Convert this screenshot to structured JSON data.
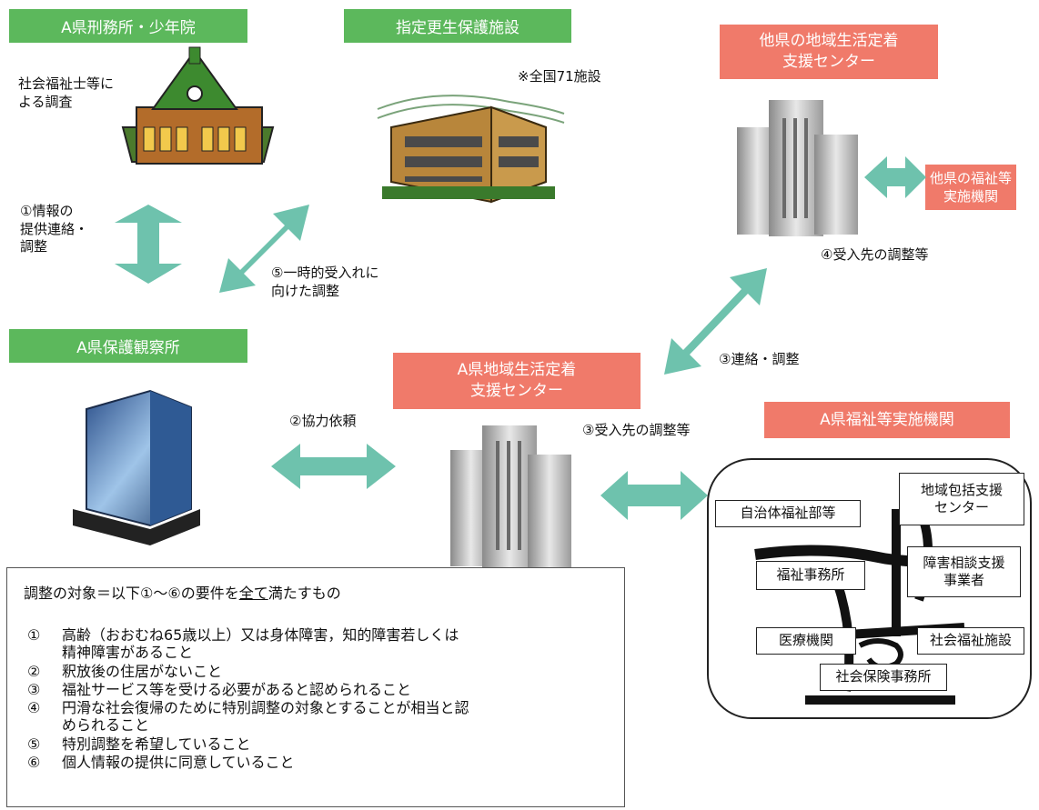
{
  "colors": {
    "green": "#5cb85c",
    "red": "#f07a6a",
    "arrow": "#6ec2ad"
  },
  "labels": {
    "prison": "A県刑務所・少年院",
    "rehab_facility": "指定更生保護施設",
    "other_center": "他県の地域生活定着\n支援センター",
    "other_welfare": "他県の福祉等\n実施機関",
    "probation": "A県保護観察所",
    "a_center": "A県地域生活定着\n支援センター",
    "a_welfare": "A県福祉等実施機関"
  },
  "texts": {
    "social_worker": "社会福祉士等に\nよる調査",
    "nationwide": "※全国71施設",
    "step1": "①情報の\n提供連絡・\n調整",
    "step5": "⑤一時的受入れに\n向けた調整",
    "step4": "④受入先の調整等",
    "step3a": "③連絡・調整",
    "step2": "②協力依頼",
    "step3b": "③受入先の調整等"
  },
  "agencies": {
    "local_gov": "自治体福祉部等",
    "comprehensive": "地域包括支援\nセンター",
    "welfare_office": "福祉事務所",
    "disability": "障害相談支援\n事業者",
    "medical": "医療機関",
    "social_facility": "社会福祉施設",
    "insurance": "社会保険事務所"
  },
  "criteria": {
    "heading_pre": "調整の対象＝以下①～⑥の要件を",
    "heading_ul": "全て",
    "heading_post": "満たすもの",
    "items": [
      {
        "num": "①",
        "text": "高齢（おおむね65歳以上）又は身体障害，知的障害若しくは\n精神障害があること"
      },
      {
        "num": "②",
        "text": "釈放後の住居がないこと"
      },
      {
        "num": "③",
        "text": "福祉サービス等を受ける必要があると認められること"
      },
      {
        "num": "④",
        "text": "円滑な社会復帰のために特別調整の対象とすることが相当と認\nめられること"
      },
      {
        "num": "⑤",
        "text": "特別調整を希望していること"
      },
      {
        "num": "⑥",
        "text": "個人情報の提供に同意していること"
      }
    ]
  }
}
